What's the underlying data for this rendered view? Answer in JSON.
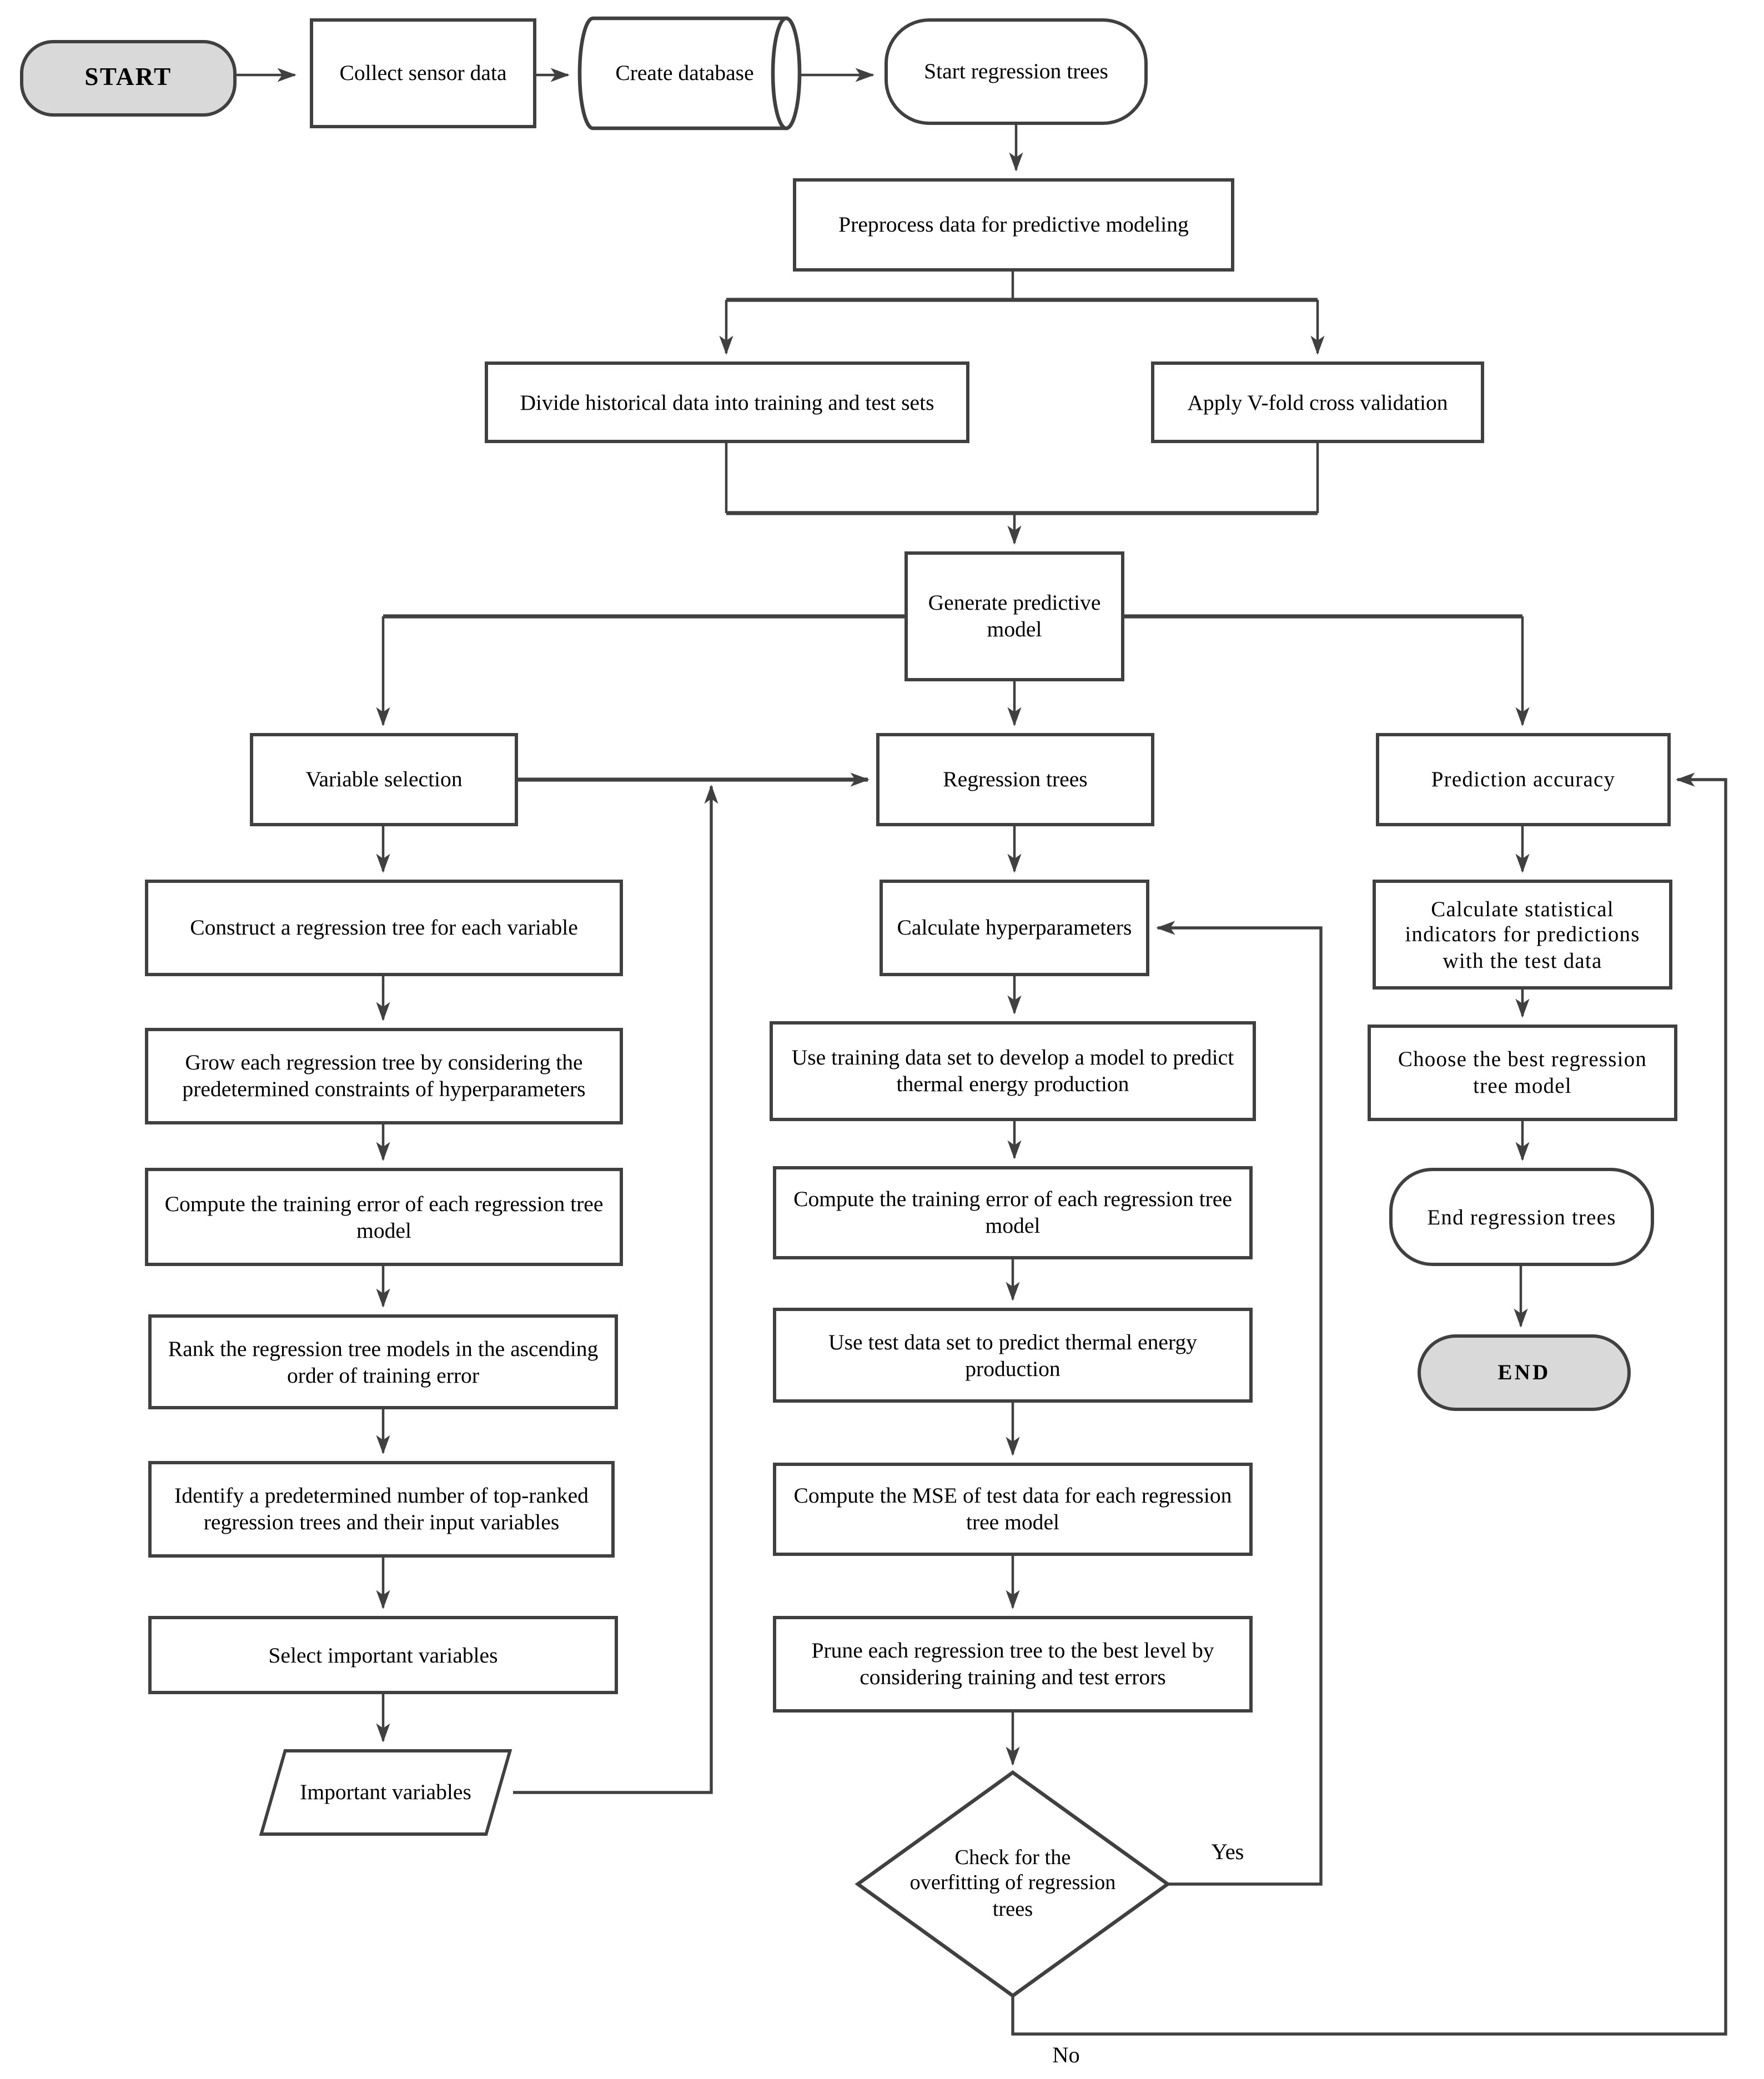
{
  "diagram": {
    "type": "flowchart",
    "colors": {
      "stroke": "#404040",
      "terminator_fill": "#d9d9d9",
      "node_fill": "#ffffff",
      "text": "#000000",
      "background": "#ffffff"
    },
    "nodes": {
      "start": {
        "label": "START",
        "shape": "terminator"
      },
      "collect_sensor_data": {
        "label": "Collect sensor data",
        "shape": "process"
      },
      "create_database": {
        "label": "Create database",
        "shape": "stored-data-cylinder"
      },
      "start_regression_trees": {
        "label": "Start regression trees",
        "shape": "terminator"
      },
      "preprocess": {
        "label": "Preprocess data for predictive modeling",
        "shape": "process"
      },
      "divide_data": {
        "label": "Divide historical data into training and test sets",
        "shape": "process"
      },
      "vfold": {
        "label": "Apply V-fold cross validation",
        "shape": "process"
      },
      "generate_model": {
        "label": "Generate predictive model",
        "shape": "process"
      },
      "variable_selection": {
        "label": "Variable selection",
        "shape": "process"
      },
      "regression_trees": {
        "label": "Regression trees",
        "shape": "process"
      },
      "prediction_accuracy": {
        "label": "Prediction accuracy",
        "shape": "process"
      },
      "construct_tree": {
        "label": "Construct a regression tree for each variable",
        "shape": "process"
      },
      "grow_tree": {
        "label": "Grow each regression tree by considering the predetermined constraints of hyperparameters",
        "shape": "process"
      },
      "compute_training_error_left": {
        "label": "Compute the  training error of each regression tree model",
        "shape": "process"
      },
      "rank_models": {
        "label": "Rank the regression tree models in the ascending order of  training error",
        "shape": "process"
      },
      "identify_top_ranked": {
        "label": "Identify a predetermined number of top-ranked regression trees and their input variables",
        "shape": "process"
      },
      "select_important": {
        "label": "Select important variables",
        "shape": "process"
      },
      "important_variables": {
        "label": "Important variables",
        "shape": "data-parallelogram"
      },
      "calculate_hyperparameters": {
        "label": "Calculate hyperparameters",
        "shape": "process"
      },
      "use_training_data": {
        "label": "Use training data set to develop a model to predict thermal energy production",
        "shape": "process"
      },
      "compute_training_error_mid": {
        "label": "Compute the training error of each regression tree model",
        "shape": "process"
      },
      "use_test_data": {
        "label": "Use test data set to predict thermal energy production",
        "shape": "process"
      },
      "compute_mse": {
        "label": "Compute the MSE of test data for each regression tree model",
        "shape": "process"
      },
      "prune_tree": {
        "label": "Prune each regression tree to the best level by considering training and test errors",
        "shape": "process"
      },
      "check_overfitting": {
        "label": "Check for the overfitting of regression trees",
        "shape": "decision"
      },
      "calculate_statistical": {
        "label": "Calculate statistical indicators for predictions with the test data",
        "shape": "process"
      },
      "choose_best": {
        "label": "Choose the best regression tree model",
        "shape": "process"
      },
      "end_regression_trees": {
        "label": "End regression trees",
        "shape": "terminator"
      },
      "end": {
        "label": "END",
        "shape": "terminator"
      }
    },
    "edge_labels": {
      "yes": "Yes",
      "no": "No"
    }
  }
}
